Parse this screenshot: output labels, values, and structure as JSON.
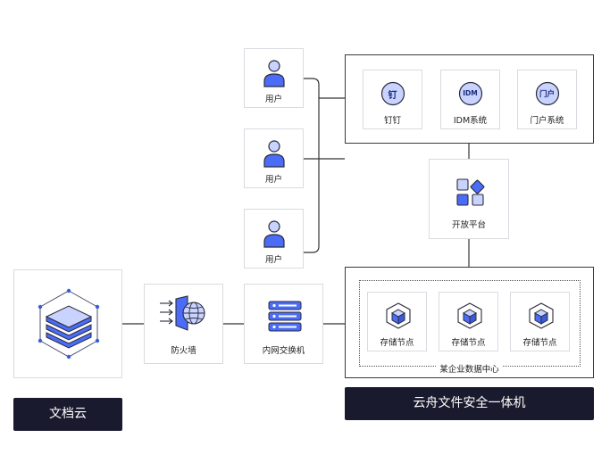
{
  "users": [
    {
      "label": "用户"
    },
    {
      "label": "用户"
    },
    {
      "label": "用户"
    }
  ],
  "apps": [
    {
      "label": "钉钉",
      "icon_text": "钉"
    },
    {
      "label": "IDM系统",
      "icon_text": "IDM"
    },
    {
      "label": "门户系统",
      "icon_text": "门户"
    }
  ],
  "open_platform": {
    "label": "开放平台"
  },
  "firewall": {
    "label": "防火墙"
  },
  "switch": {
    "label": "内网交换机"
  },
  "storage": {
    "nodes": [
      {
        "label": "存储节点"
      },
      {
        "label": "存储节点"
      },
      {
        "label": "存储节点"
      }
    ],
    "group_label": "某企业数据中心"
  },
  "doc_cloud": {
    "label": "文档云"
  },
  "appliance": {
    "label": "云舟文件安全一体机"
  },
  "colors": {
    "accent": "#4a6cf7",
    "accent_light": "#c9d3ff",
    "dark_banner": "#1a1a2e"
  }
}
